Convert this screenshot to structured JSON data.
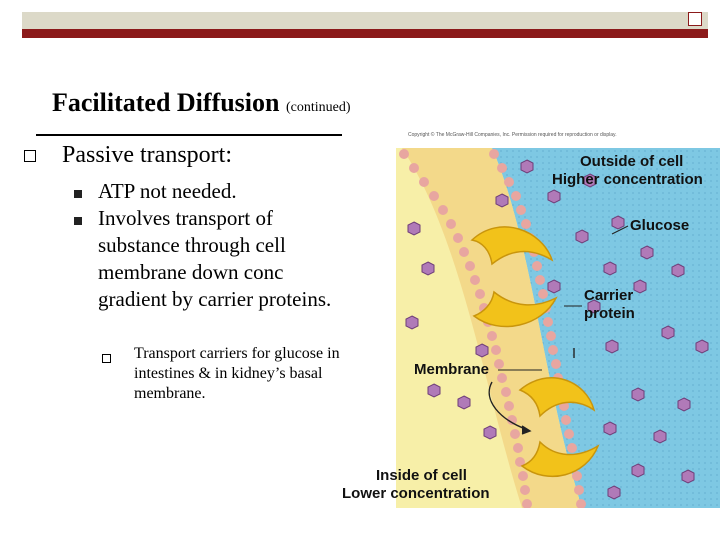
{
  "slide": {
    "title": "Facilitated Diffusion",
    "title_note": "(continued)",
    "bullet_1": "Passive transport:",
    "sub_bullets": [
      "ATP not needed.",
      "Involves transport of substance through cell membrane down conc gradient by carrier proteins."
    ],
    "sub_sub_bullet": "Transport carriers for glucose in intestines & in kidney’s basal membrane."
  },
  "figure": {
    "copyright": "Copyright © The McGraw-Hill Companies, Inc. Permission required for reproduction or display.",
    "outside_label": "Outside of cell",
    "higher_label": "Higher concentration",
    "glucose_label": "Glucose",
    "carrier_label_1": "Carrier",
    "carrier_label_2": "protein",
    "membrane_label": "Membrane",
    "inside_label": "Inside of cell",
    "lower_label": "Lower concentration"
  },
  "colors": {
    "accent_bar": "#8b1a1a",
    "band": "#dcd9c8",
    "outside_fluid": "#7ec8e3",
    "inside_fluid": "#f7efa8",
    "glucose": "#b07ab8",
    "carrier": "#f2c21a"
  }
}
